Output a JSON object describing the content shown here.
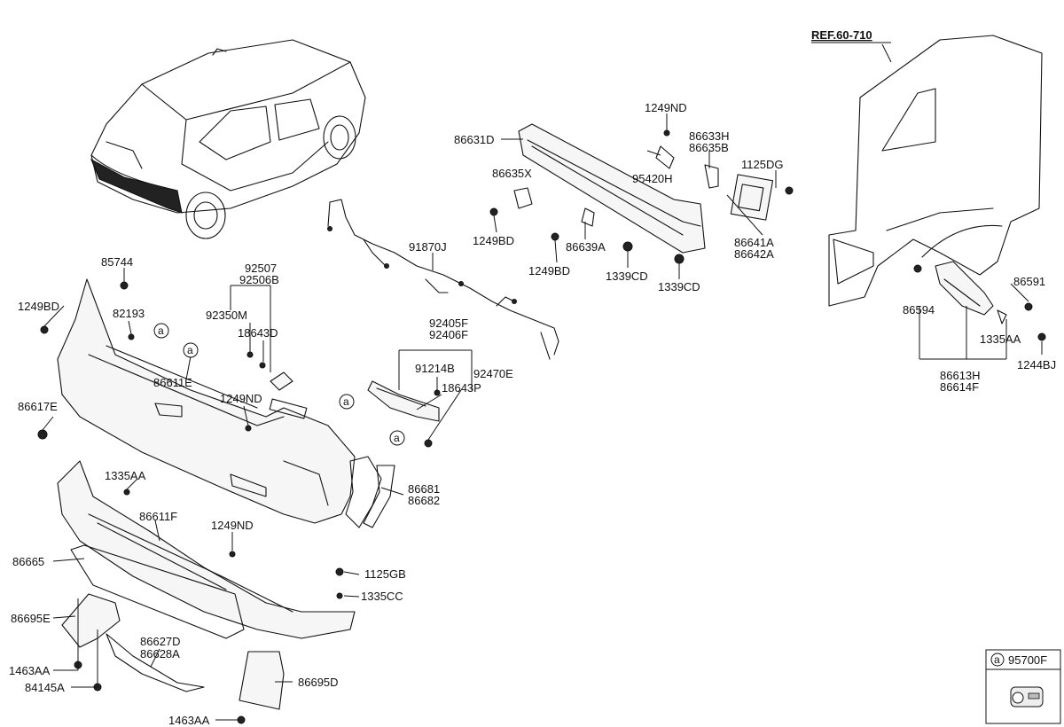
{
  "ref_label": "REF.60-710",
  "callout_letter": "a",
  "legend": {
    "letter": "a",
    "part": "95700F"
  },
  "labels": {
    "p86631D": "86631D",
    "p1249ND_top": "1249ND",
    "p86633H": "86633H",
    "p86635B": "86635B",
    "p86635X": "86635X",
    "p95420H": "95420H",
    "p1125DG": "1125DG",
    "p1249BD_a": "1249BD",
    "p86639A": "86639A",
    "p86641A": "86641A",
    "p86642A": "86642A",
    "p1249BD_b": "1249BD",
    "p1339CD_a": "1339CD",
    "p1339CD_b": "1339CD",
    "p91870J": "91870J",
    "p85744": "85744",
    "p1249BD_c": "1249BD",
    "p82193": "82193",
    "p92507": "92507",
    "p92506B": "92506B",
    "p92350M": "92350M",
    "p18643D": "18643D",
    "p86611E": "86611E",
    "p86617E": "86617E",
    "p1249ND_mid": "1249ND",
    "p92405F": "92405F",
    "p92406F": "92406F",
    "p91214B": "91214B",
    "p92470E": "92470E",
    "p18643P": "18643P",
    "p86681": "86681",
    "p86682": "86682",
    "p1335AA_left": "1335AA",
    "p86611F": "86611F",
    "p1249ND_low": "1249ND",
    "p86665": "86665",
    "p1125GB": "1125GB",
    "p1335CC": "1335CC",
    "p86695E": "86695E",
    "p86627D": "86627D",
    "p86628A": "86628A",
    "p1463AA_a": "1463AA",
    "p84145A": "84145A",
    "p86695D": "86695D",
    "p1463AA_b": "1463AA",
    "p86591": "86591",
    "p86594": "86594",
    "p1335AA_right": "1335AA",
    "p1244BJ": "1244BJ",
    "p86613H": "86613H",
    "p86614F": "86614F"
  }
}
